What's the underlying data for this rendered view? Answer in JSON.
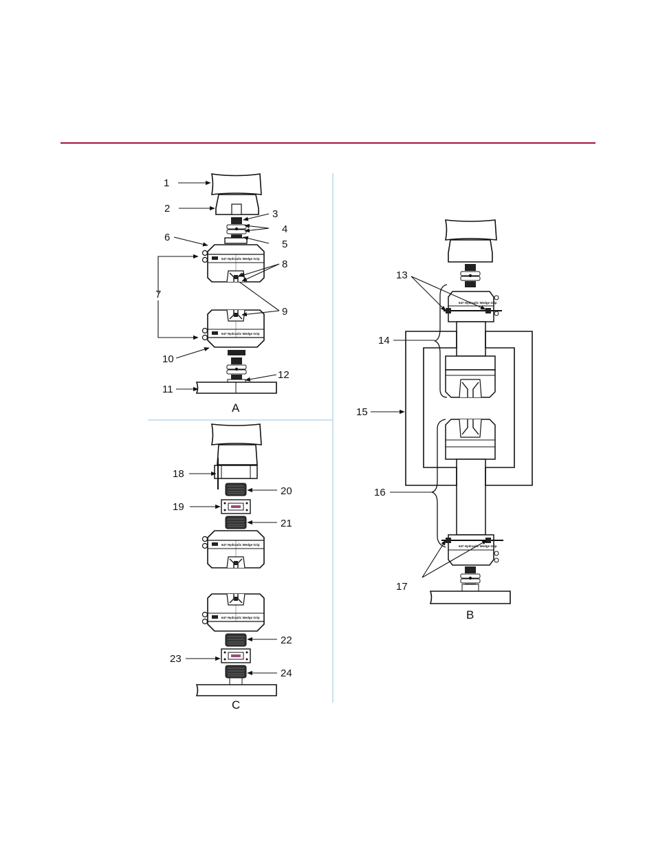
{
  "colors": {
    "rule": "#a0143a",
    "divider": "#b8d7ea",
    "ink": "#111111"
  },
  "panels": {
    "a": "A",
    "b": "B",
    "c": "C"
  },
  "grip_text": "647 Hydraulic Wedge Grip",
  "callouts": {
    "c1": "1",
    "c2": "2",
    "c3": "3",
    "c4": "4",
    "c5": "5",
    "c6": "6",
    "c7": "7",
    "c8": "8",
    "c9": "9",
    "c10": "10",
    "c11": "11",
    "c12": "12",
    "c13": "13",
    "c14": "14",
    "c15": "15",
    "c16": "16",
    "c17": "17",
    "c18": "18",
    "c19": "19",
    "c20": "20",
    "c21": "21",
    "c22": "22",
    "c23": "23",
    "c24": "24"
  }
}
